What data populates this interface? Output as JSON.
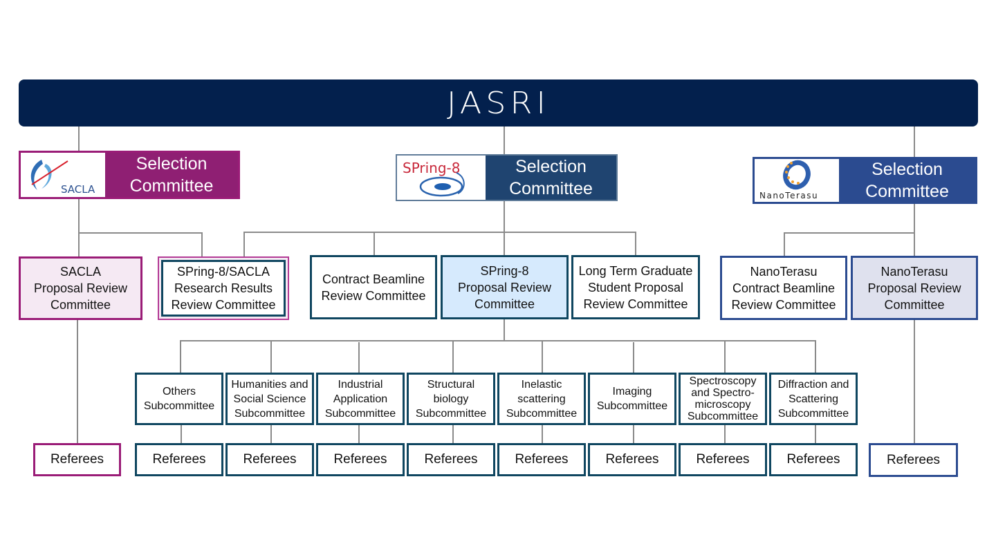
{
  "banner": {
    "title": "JASRI"
  },
  "colors": {
    "banner": "#03204d",
    "sacla": "#9a1c77",
    "spring8": "#1f4470",
    "nanoterasu": "#2b4b90",
    "box_border": "#0f4660",
    "connector": "#8a8a8a"
  },
  "selection_committees": [
    {
      "id": "sacla",
      "logo_text": "SACLA",
      "title_line1": "Selection",
      "title_line2": "Committee"
    },
    {
      "id": "spring8",
      "logo_text": "SPring-8",
      "title_line1": "Selection",
      "title_line2": "Committee"
    },
    {
      "id": "nanoterasu",
      "logo_text": "NanoTerasu",
      "title_line1": "Selection",
      "title_line2": "Committee"
    }
  ],
  "review_committees": [
    {
      "lines": [
        "SACLA",
        "Proposal Review",
        "Committee"
      ]
    },
    {
      "lines": [
        "SPring-8/SACLA",
        "Research Results",
        "Review Committee"
      ]
    },
    {
      "lines": [
        "Contract Beamline",
        "Review Committee"
      ]
    },
    {
      "lines": [
        "SPring-8",
        "Proposal Review",
        "Committee"
      ]
    },
    {
      "lines": [
        "Long Term Graduate",
        "Student Proposal",
        "Review Committee"
      ]
    },
    {
      "lines": [
        "NanoTerasu",
        "Contract Beamline",
        "Review Committee"
      ]
    },
    {
      "lines": [
        "NanoTerasu",
        "Proposal Review",
        "Committee"
      ]
    }
  ],
  "subcommittees": [
    {
      "lines": [
        "Others",
        "Subcommittee"
      ]
    },
    {
      "lines": [
        "Humanities and",
        "Social Science",
        "Subcommittee"
      ]
    },
    {
      "lines": [
        "Industrial",
        "Application",
        "Subcommittee"
      ]
    },
    {
      "lines": [
        "Structural",
        "biology",
        "Subcommittee"
      ]
    },
    {
      "lines": [
        "Inelastic",
        "scattering",
        "Subcommittee"
      ]
    },
    {
      "lines": [
        "Imaging",
        "Subcommittee"
      ]
    },
    {
      "lines": [
        "Spectroscopy",
        "and Spectro-",
        "microscopy",
        "Subcommittee"
      ]
    },
    {
      "lines": [
        "Diffraction and",
        "Scattering",
        "Subcommittee"
      ]
    }
  ],
  "referees_label": "Referees"
}
